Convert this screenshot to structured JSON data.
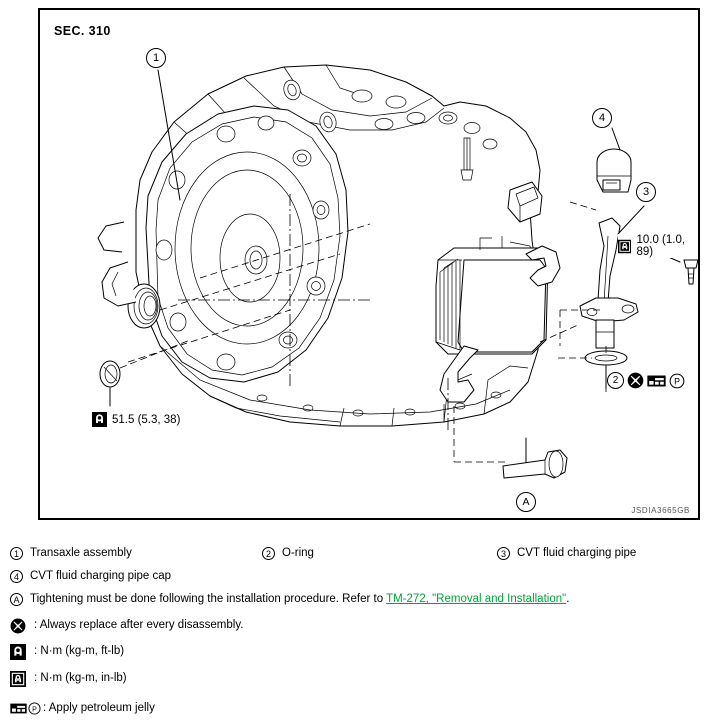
{
  "figure": {
    "section_label": "SEC. 310",
    "figure_id": "JSDIA3665GB",
    "callouts": [
      {
        "id": "1",
        "label": "1"
      },
      {
        "id": "2",
        "label": "2"
      },
      {
        "id": "3",
        "label": "3"
      },
      {
        "id": "4",
        "label": "4"
      },
      {
        "id": "A",
        "label": "A"
      },
      {
        "id": "2b",
        "label": "2"
      }
    ],
    "torque_specs": [
      {
        "unit_icon": "torque-ftlb-icon",
        "value": "51.5 (5.3, 38)"
      },
      {
        "unit_icon": "torque-inlb-icon",
        "value": "10.0 (1.0, 89)"
      }
    ]
  },
  "legend": {
    "parts": [
      {
        "num": "1",
        "name": "Transaxle assembly"
      },
      {
        "num": "2",
        "name": "O-ring"
      },
      {
        "num": "3",
        "name": "CVT fluid charging pipe"
      },
      {
        "num": "4",
        "name": "CVT fluid charging pipe cap"
      }
    ],
    "note_a": {
      "num": "A",
      "before": "Tightening must be done following the installation procedure. Refer to ",
      "link": "TM-272, \"Removal and Installation\"",
      "after": "."
    },
    "symbols": [
      {
        "icon": "replace-always-icon",
        "text": ": Always replace after every disassembly."
      },
      {
        "icon": "torque-ftlb-icon",
        "text": ": N·m (kg-m, ft-lb)"
      },
      {
        "icon": "torque-inlb-icon",
        "text": ": N·m (kg-m, in-lb)"
      },
      {
        "icon": "petroleum-jelly-icon",
        "text": ": Apply petroleum jelly"
      }
    ]
  }
}
